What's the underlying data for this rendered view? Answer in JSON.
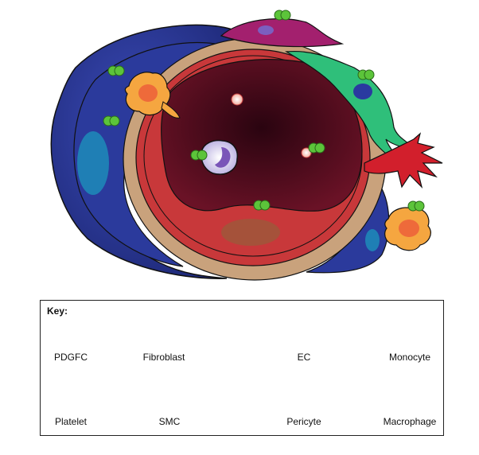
{
  "key": {
    "title": "Key:",
    "items": {
      "pdgfc": "PDGFC",
      "fibroblast": "Fibroblast",
      "ec": "EC",
      "monocyte": "Monocyte",
      "platelet": "Platelet",
      "smc": "SMC",
      "pericyte": "Pericyte",
      "macrophage": "Macrophage"
    }
  },
  "colors": {
    "smc": "#2b3a9c",
    "smc_nucleus": "#1f7fb5",
    "adventitia": "#c9a27c",
    "ec": "#c8383a",
    "ec_nucleus": "#a5523a",
    "lumen": "#4a0a18",
    "fibroblast": "#a3206e",
    "fibroblast_nucleus": "#7b5fc0",
    "pericyte": "#2fbf7a",
    "pericyte_nucleus": "#2a3aa0",
    "pdgfc": "#5cc43a",
    "macrophage": "#f5a640",
    "macrophage_nucleus": "#ee6a3a",
    "platelet": "#f6c8c0",
    "monocyte": "#e4e0f4",
    "monocyte_nucleus": "#7a55b8",
    "scar": "#d21f2c"
  }
}
